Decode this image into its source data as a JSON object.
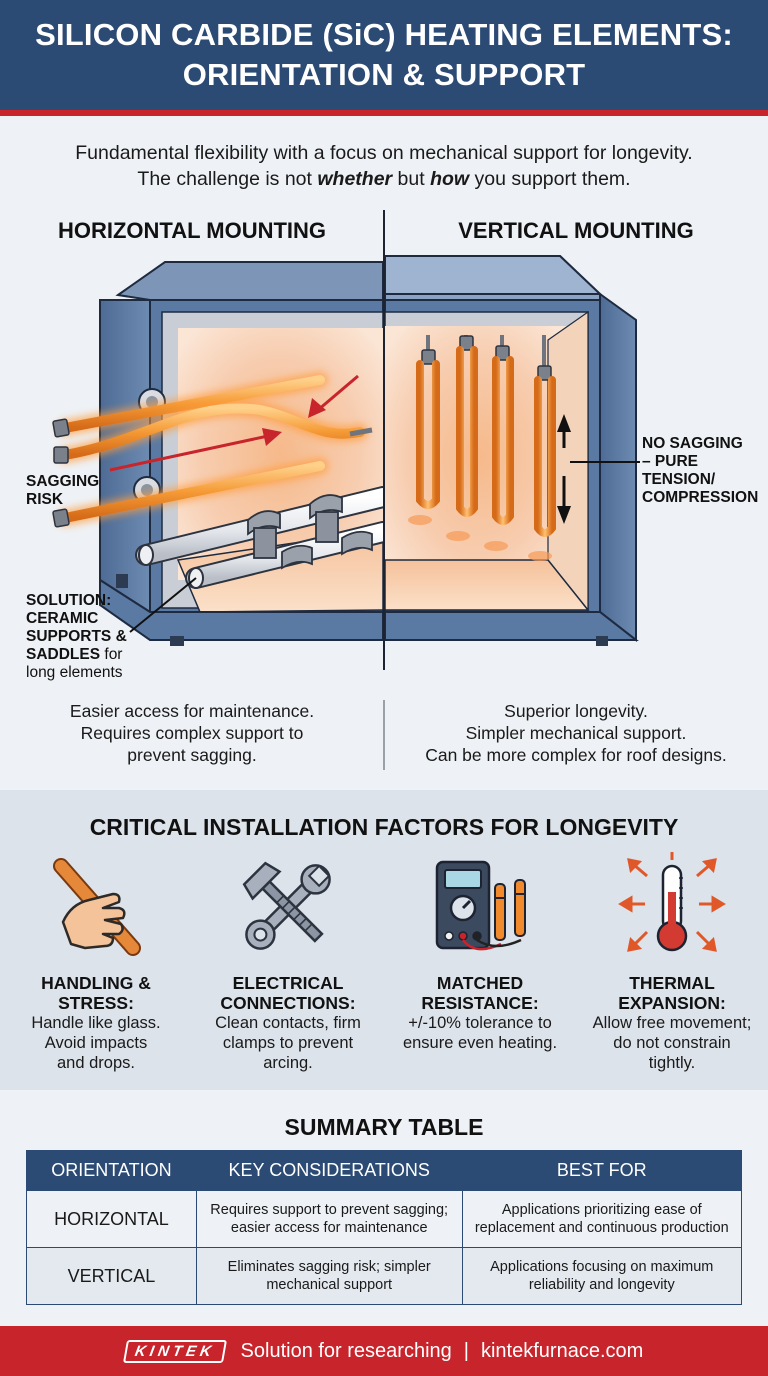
{
  "header": {
    "title_line1": "SILICON CARBIDE (SiC) HEATING ELEMENTS:",
    "title_line2": "ORIENTATION & SUPPORT"
  },
  "intro": {
    "line1": "Fundamental flexibility with a focus on mechanical support for longevity.",
    "line2_pre": "The challenge is not ",
    "line2_em1": "whether",
    "line2_mid": " but ",
    "line2_em2": "how",
    "line2_post": " you support them."
  },
  "horizontal": {
    "heading": "HORIZONTAL MOUNTING",
    "sagging_label": [
      "SAGGING",
      "RISK"
    ],
    "solution_label": [
      "SOLUTION:",
      "CERAMIC",
      "SUPPORTS &",
      "SADDLES"
    ],
    "solution_tail": " for",
    "solution_last": "long elements",
    "caption": [
      "Easier access for maintenance.",
      "Requires complex support to",
      "prevent sagging."
    ]
  },
  "vertical": {
    "heading": "VERTICAL MOUNTING",
    "tension_label": [
      "NO SAGGING",
      "– PURE",
      "TENSION/",
      "COMPRESSION"
    ],
    "caption": [
      "Superior longevity.",
      "Simpler mechanical support.",
      "Can be more complex for roof designs."
    ]
  },
  "factors": {
    "heading": "CRITICAL INSTALLATION FACTORS FOR LONGEVITY",
    "items": [
      {
        "icon": "hand-holding-rod-icon",
        "title": [
          "HANDLING &",
          "STRESS:"
        ],
        "desc": [
          "Handle like glass.",
          "Avoid impacts",
          "and drops."
        ]
      },
      {
        "icon": "bolt-wrench-icon",
        "title": [
          "ELECTRICAL",
          "CONNECTIONS:"
        ],
        "desc": [
          "Clean contacts, firm",
          "clamps to prevent",
          "arcing."
        ]
      },
      {
        "icon": "multimeter-icon",
        "title": [
          "MATCHED",
          "RESISTANCE:"
        ],
        "desc": [
          "+/-10% tolerance to",
          "ensure even heating."
        ]
      },
      {
        "icon": "thermometer-expansion-icon",
        "title": [
          "THERMAL",
          "EXPANSION:"
        ],
        "desc": [
          "Allow free movement;",
          "do not constrain",
          "tightly."
        ]
      }
    ]
  },
  "summary": {
    "heading": "SUMMARY TABLE",
    "columns": [
      "ORIENTATION",
      "KEY CONSIDERATIONS",
      "BEST FOR"
    ],
    "rows": [
      {
        "orientation": "HORIZONTAL",
        "considerations": [
          "Requires support to prevent sagging;",
          "easier access for maintenance"
        ],
        "best_for": [
          "Applications prioritizing ease of",
          "replacement and continuous production"
        ]
      },
      {
        "orientation": "VERTICAL",
        "considerations": [
          "Eliminates sagging risk; simpler",
          "mechanical support"
        ],
        "best_for": [
          "Applications focusing on maximum",
          "reliability and longevity"
        ]
      }
    ]
  },
  "footer": {
    "logo": "KINTEK",
    "tagline": "Solution for researching",
    "separator": "|",
    "url": "kintekfurnace.com"
  },
  "colors": {
    "navy": "#2b4a74",
    "red": "#c8242b",
    "glow": "#f2a150"
  }
}
